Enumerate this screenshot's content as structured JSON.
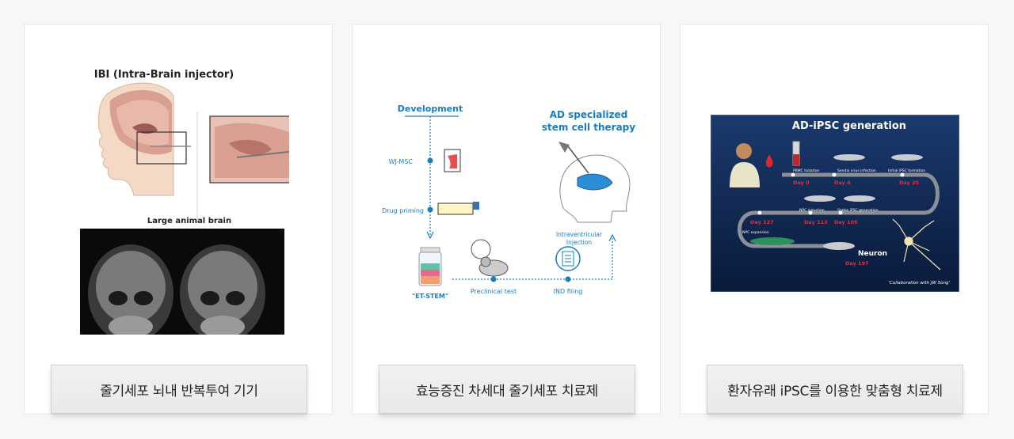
{
  "cards": [
    {
      "caption": "줄기세포 뇌내 반복투여 기기",
      "figure": {
        "title": "IBI (Intra-Brain injector)",
        "subtitle": "Large animal brain"
      }
    },
    {
      "caption": "효능증진 차세대 줄기세포 치료제",
      "figure": {
        "development_label": "Development",
        "therapy_label_line1": "AD specialized",
        "therapy_label_line2": "stem cell therapy",
        "steps": [
          "WJ-MSC",
          "Drug priming"
        ],
        "product_label": "\"ET-STEM\"",
        "preclinical_label": "Preclinical test",
        "ind_label": "IND filing",
        "injection_label_line1": "Intraventricular",
        "injection_label_line2": "Injection"
      }
    },
    {
      "caption": "환자유래 iPSC를 이용한 맞춤형 치료제",
      "figure": {
        "title": "AD-iPSC generation",
        "days": [
          "Day 0",
          "Day 4",
          "Day 25",
          "Day 113",
          "Day 105",
          "Day 127",
          "Day 197"
        ],
        "stages": [
          "PBMC Isolation",
          "Sendai virus infection",
          "Initial iPSC formation",
          "NPC induction",
          "Stable iPSC generation",
          "NPC expansion"
        ],
        "neuron_label": "Neuron",
        "credit": "'Collaboration with JW Song'"
      }
    }
  ],
  "colors": {
    "accent_blue": "#1a7cc1",
    "day_red": "#e0303a",
    "panel_bg": "#0f2348"
  }
}
